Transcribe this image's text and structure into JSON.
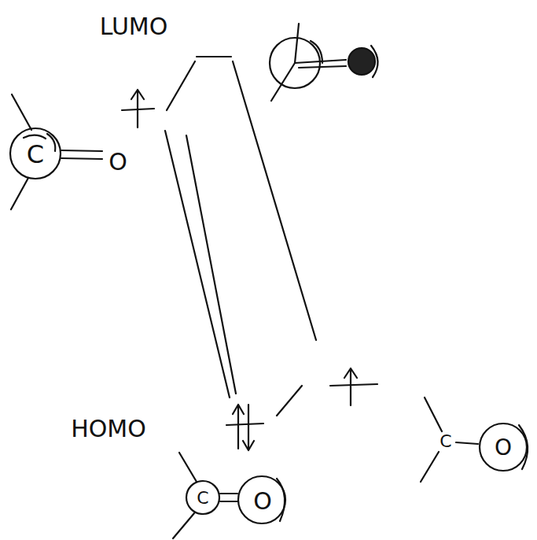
{
  "diagram": {
    "labels": [
      "LUMO",
      "HOMO",
      "C",
      "O",
      "C",
      "O",
      "C",
      "O"
    ]
  }
}
